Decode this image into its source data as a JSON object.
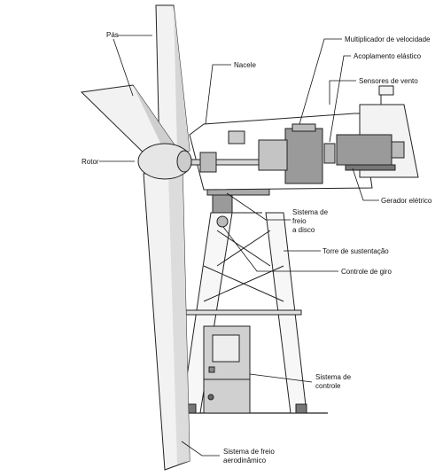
{
  "labels": {
    "pas": "Pás",
    "nacele": "Nacele",
    "rotor": "Rotor",
    "multiplicador": "Multiplicador de velocidade",
    "acoplamento": "Acoplamento elástico",
    "sensores": "Sensores de vento",
    "gerador": "Gerador elétrico",
    "freio_disco": [
      "Sistema de",
      "freio",
      "a disco"
    ],
    "torre": "Torre de sustentação",
    "giro": "Controle de giro",
    "controle": [
      "Sistema de",
      "controle"
    ],
    "freio_aero": [
      "Sistema de freio",
      "aerodinâmico"
    ]
  },
  "colors": {
    "blade": "#f2f2f2",
    "blade_shade": "#cfcfcf",
    "nacelle": "#ffffff",
    "machinery": "#9a9a9a",
    "machinery_light": "#d6d6d6",
    "tower": "#f7f7f7",
    "cabinet": "#cfcfcf",
    "line": "#111111"
  }
}
